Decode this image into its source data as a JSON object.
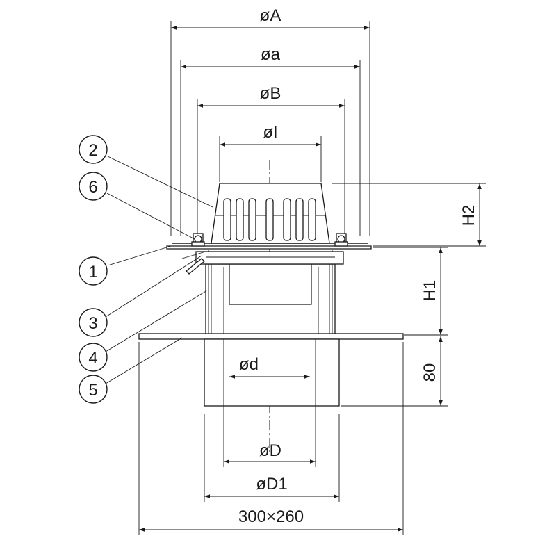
{
  "dimensions": {
    "outer_diameter": "øA",
    "flange_diameter": "øa",
    "grate_base_diameter": "øB",
    "grate_top_diameter": "øI",
    "inner_diameter": "ød",
    "pipe_diameter": "øD",
    "outer_pipe_diameter": "øD1",
    "plate_size": "300×260",
    "grate_height": "H2",
    "body_height": "H1",
    "pipe_length": "80"
  },
  "part_numbers": [
    "1",
    "2",
    "3",
    "4",
    "5",
    "6"
  ]
}
